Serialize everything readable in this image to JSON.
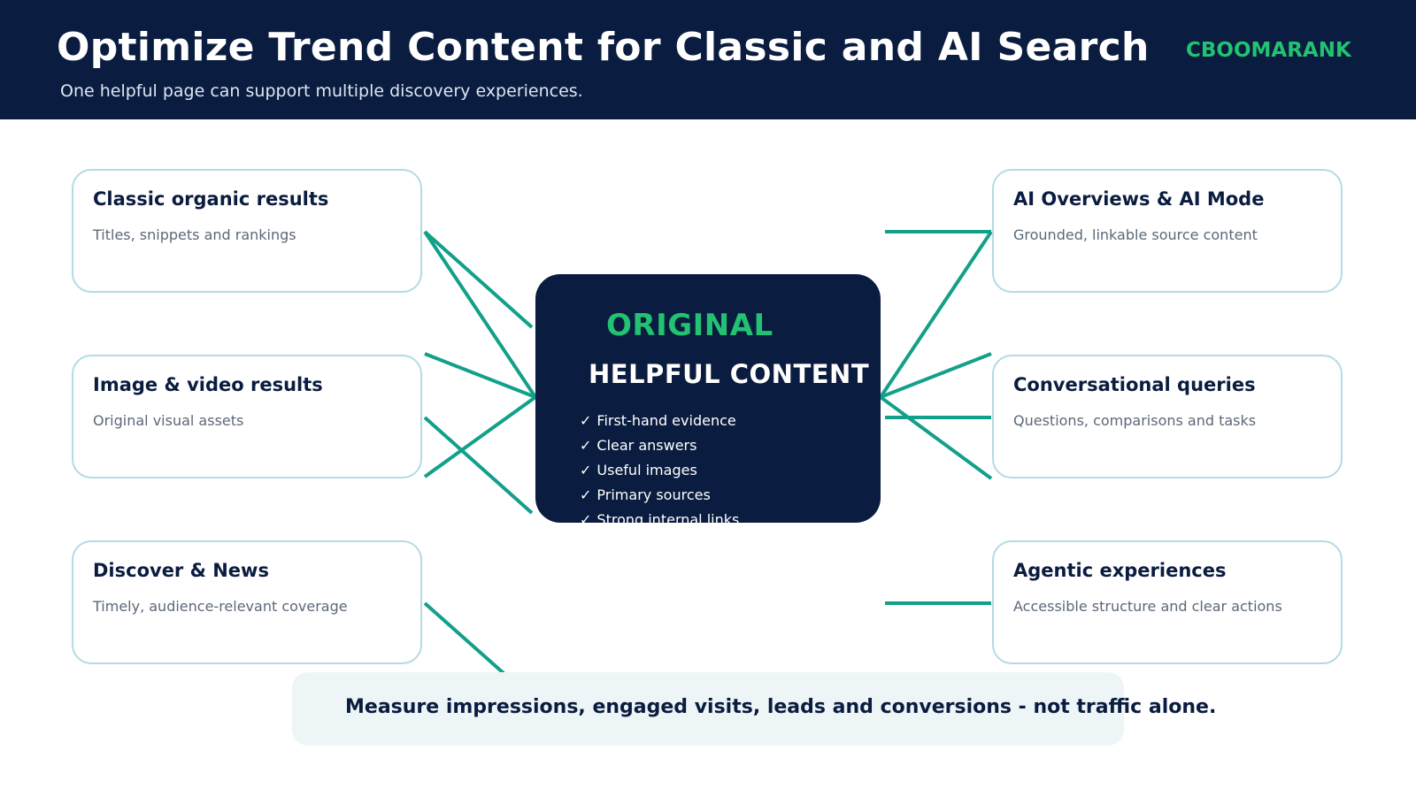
{
  "header": {
    "title": "Optimize Trend Content for Classic and AI Search",
    "subtitle": "One helpful page can support multiple discovery experiences.",
    "brand": "CBOOMARANK"
  },
  "hub": {
    "kicker": "ORIGINAL",
    "title": "HELPFUL CONTENT",
    "check_glyph": "✓",
    "items": [
      "First-hand evidence",
      "Clear answers",
      "Useful images",
      "Primary sources",
      "Strong internal links"
    ]
  },
  "left_cards": [
    {
      "title": "Classic organic results",
      "desc": "Titles, snippets and rankings"
    },
    {
      "title": "Image & video results",
      "desc": "Original visual assets"
    },
    {
      "title": "Discover & News",
      "desc": "Timely, audience-relevant coverage"
    }
  ],
  "right_cards": [
    {
      "title": "AI Overviews & AI Mode",
      "desc": "Grounded, linkable source content"
    },
    {
      "title": "Conversational queries",
      "desc": "Questions, comparisons and tasks"
    },
    {
      "title": "Agentic experiences",
      "desc": "Accessible structure and clear actions"
    }
  ],
  "footer": {
    "message": "Measure impressions, engaged visits, leads and conversions - not traffic alone."
  },
  "colors": {
    "navy": "#0a1c3f",
    "accent_green": "#22c272",
    "connector_teal": "#12a08a",
    "card_border": "#b4dae4",
    "banner_bg": "#eef5f6"
  }
}
